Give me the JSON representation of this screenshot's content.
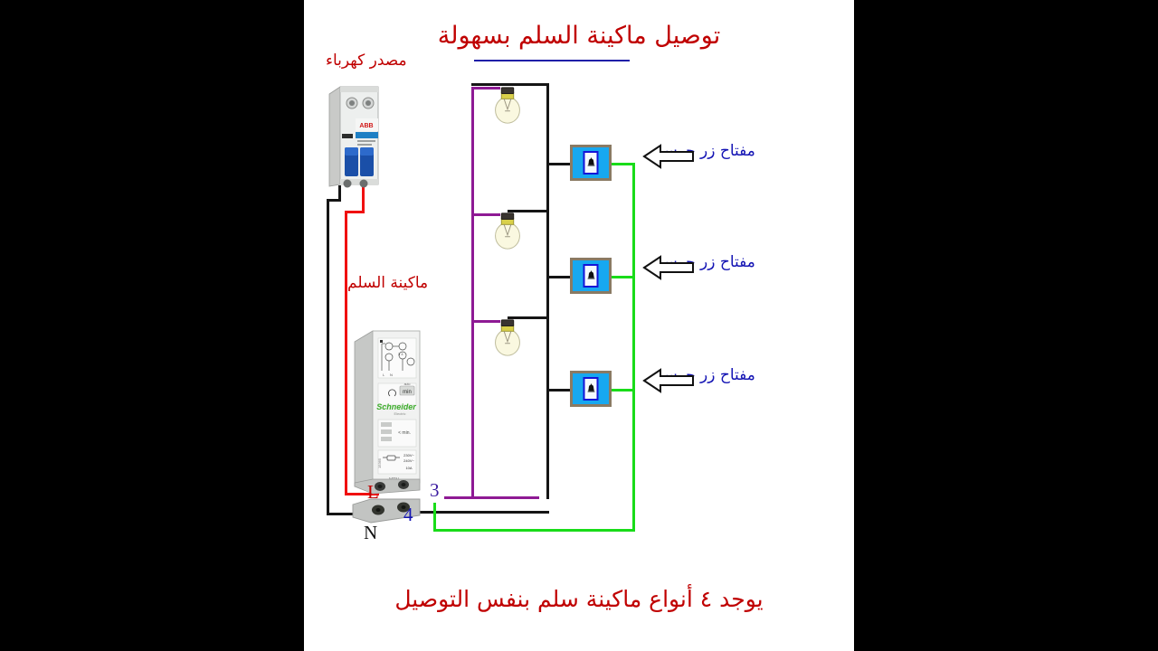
{
  "page": {
    "title": "توصيل ماكينة السلم بسهولة",
    "footer_note": "يوجد ٤ أنواع ماكينة سلم بنفس التوصيل",
    "bg_color": "#ffffff",
    "letterbox_color": "#000000"
  },
  "labels": {
    "power_source": "مصدر كهرباء",
    "staircase_timer": "ماكينة السلم",
    "push_button_switch": "مفتاح زر جرس"
  },
  "terminals": [
    {
      "id": "L",
      "text": "L",
      "color": "#C00000"
    },
    {
      "id": "3",
      "text": "3",
      "color": "#3A1AA0"
    },
    {
      "id": "N",
      "text": "N",
      "color": "#111111"
    },
    {
      "id": "4",
      "text": "4",
      "color": "#1414B4"
    }
  ],
  "devices": {
    "breaker": {
      "name": "2-pole miniature circuit breaker",
      "brand": "ABB",
      "poles": 2
    },
    "timer": {
      "name": "staircase time switch",
      "brand": "Schneider Electric",
      "model": "MTN",
      "dial_unit": "min",
      "rating_voltage": "230V~ / 240V~",
      "rating_current": "10A"
    },
    "lamps": [
      {
        "index": 1,
        "type": "incandescent-bulb"
      },
      {
        "index": 2,
        "type": "incandescent-bulb"
      },
      {
        "index": 3,
        "type": "incandescent-bulb"
      }
    ],
    "switches": [
      {
        "index": 1,
        "type": "bell-push-button",
        "label": "مفتاح زر جرس"
      },
      {
        "index": 2,
        "type": "bell-push-button",
        "label": "مفتاح زر جرس"
      },
      {
        "index": 3,
        "type": "bell-push-button",
        "label": "مفتاح زر جرس"
      }
    ]
  },
  "wire_colors": {
    "live_red": "#F01010",
    "neutral_black": "#151515",
    "lamp_purple": "#8E1A94",
    "button_green": "#19DC19",
    "title_red": "#C00000",
    "label_blue": "#1414B4",
    "underline_blue": "#1F1FA8"
  }
}
